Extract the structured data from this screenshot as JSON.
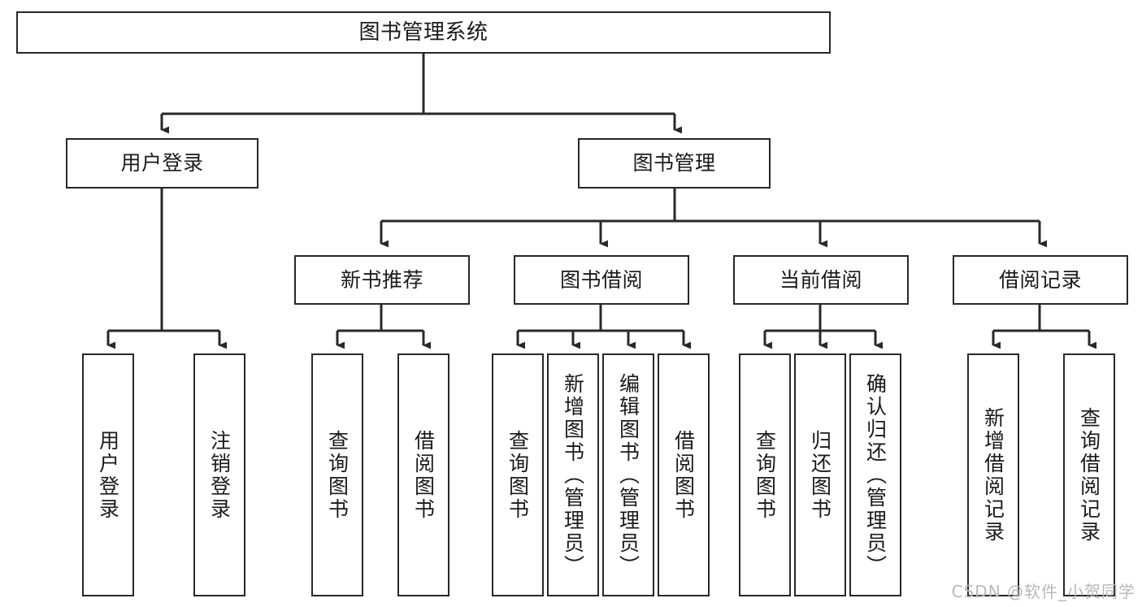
{
  "diagram": {
    "title": "图书管理系统",
    "watermark": "CSDN @软件_小贺同学",
    "colors": {
      "box_stroke": "#26282b",
      "box_fill": "#ffffff",
      "edge_stroke": "#26282b",
      "text": "#1a1a1a",
      "watermark": "#b8b8b8",
      "background": "#ffffff"
    },
    "nodes": {
      "root": {
        "label": "图书管理系统"
      },
      "level2": [
        {
          "id": "user-login",
          "label": "用户登录"
        },
        {
          "id": "book-manage",
          "label": "图书管理"
        }
      ],
      "level3": [
        {
          "id": "new-book-recommend",
          "label": "新书推荐"
        },
        {
          "id": "book-borrow",
          "label": "图书借阅"
        },
        {
          "id": "current-borrow",
          "label": "当前借阅"
        },
        {
          "id": "borrow-record",
          "label": "借阅记录"
        }
      ],
      "leaves": {
        "user-login": [
          {
            "id": "leaf-user-login",
            "label": "用户登录"
          },
          {
            "id": "leaf-user-logout",
            "label": "注销登录"
          }
        ],
        "new-book-recommend": [
          {
            "id": "leaf-query-book-1",
            "label": "查询图书"
          },
          {
            "id": "leaf-borrow-book-1",
            "label": "借阅图书"
          }
        ],
        "book-borrow": [
          {
            "id": "leaf-query-book-2",
            "label": "查询图书"
          },
          {
            "id": "leaf-add-book",
            "label": "新增图书（管理员）"
          },
          {
            "id": "leaf-edit-book",
            "label": "编辑图书（管理员）"
          },
          {
            "id": "leaf-borrow-book-2",
            "label": "借阅图书"
          }
        ],
        "current-borrow": [
          {
            "id": "leaf-query-book-3",
            "label": "查询图书"
          },
          {
            "id": "leaf-return-book",
            "label": "归还图书"
          },
          {
            "id": "leaf-confirm-return",
            "label": "确认归还（管理员）"
          }
        ],
        "borrow-record": [
          {
            "id": "leaf-add-record",
            "label": "新增借阅记录"
          },
          {
            "id": "leaf-query-record",
            "label": "查询借阅记录"
          }
        ]
      }
    }
  }
}
